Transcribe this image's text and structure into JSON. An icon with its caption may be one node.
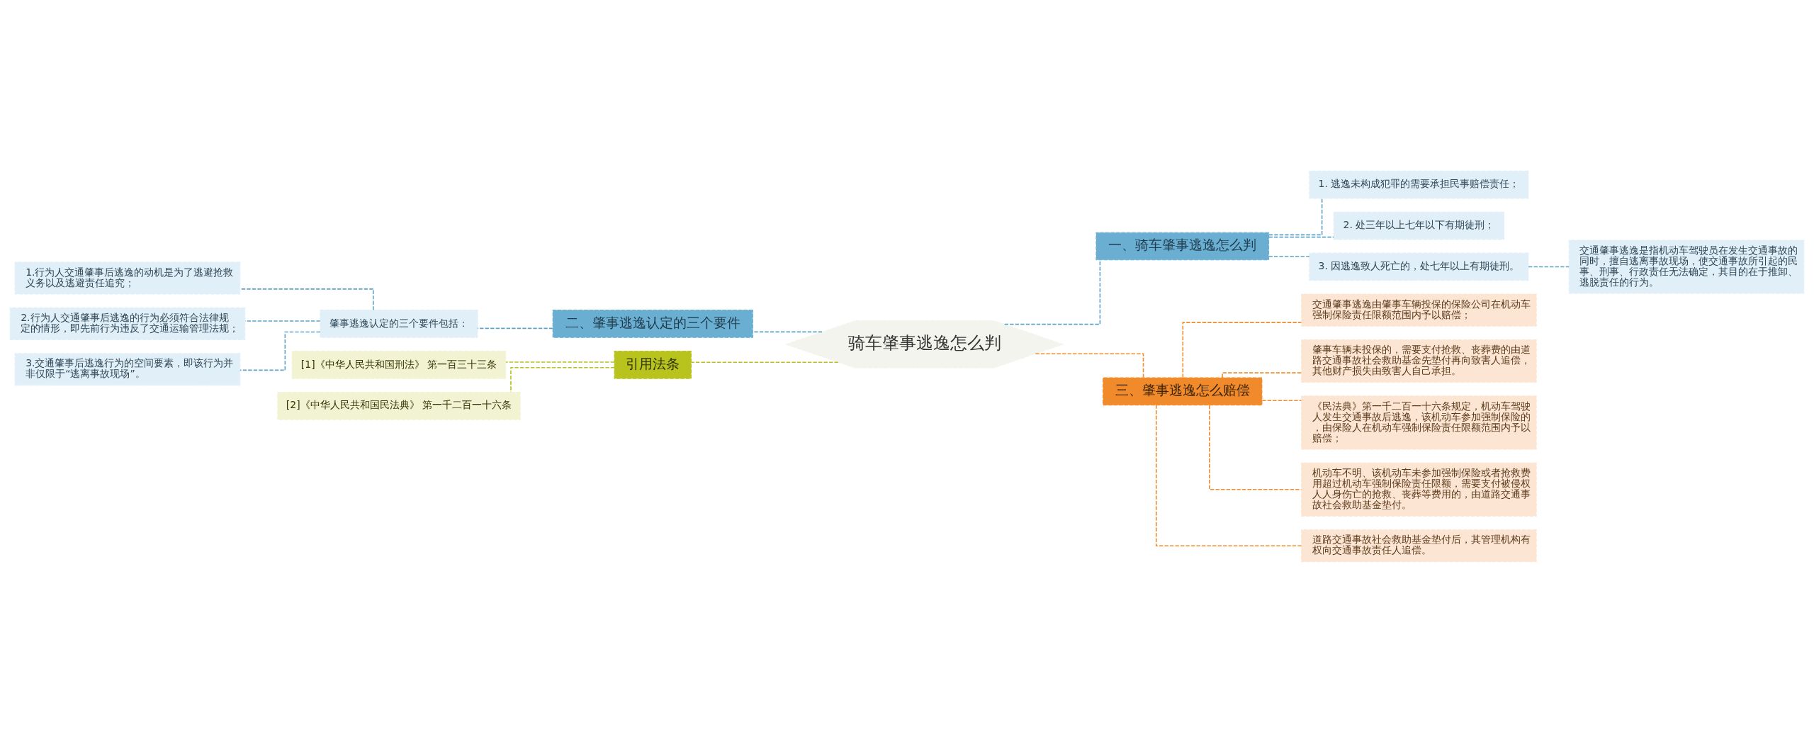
{
  "diagram": {
    "nodes": [
      {
        "text": [
          "骑车肇事逃逸怎么判"
        ]
      },
      {
        "text": [
          "一、骑车肇事逃逸怎么判"
        ]
      },
      {
        "text": [
          "1. 逃逸未构成犯罪的需要承担民事赔偿责任；"
        ]
      },
      {
        "text": [
          "2. 处三年以上七年以下有期徒刑；"
        ]
      },
      {
        "text": [
          "3. 因逃逸致人死亡的，处七年以上有期徒刑。"
        ]
      },
      {
        "text": [
          "交通肇事逃逸是指机动车驾驶员在发生交通事故的同时，擅自逃离事故现场，使交通事故所引起的民事、刑事、行政责任无法确定，其目的在于推卸、逃脱责任的行为。"
        ]
      },
      {
        "text": [
          "三、肇事逃逸怎么赔偿"
        ]
      },
      {
        "text": [
          "交通肇事逃逸由肇事车辆投保的保险公司在机动车强制保险责任限额范围内予以赔偿；"
        ]
      },
      {
        "text": [
          "肇事车辆未投保的，需要支付抢救、丧葬费的由道路交通事故社会救助基金先垫付再向致害人追偿，其他财产损失由致害人自己承担。"
        ]
      },
      {
        "text": [
          "《民法典》第一千二百一十六条规定，机动车驾驶人发生交通事故后逃逸，该机动车参加强制保险的，由保险人在机动车强制保险责任限额范围内予以赔偿；"
        ]
      },
      {
        "text": [
          "机动车不明、该机动车未参加强制保险或者抢救费用超过机动车强制保险责任限额，需要支付被侵权人人身伤亡的抢救、丧葬等费用的，由道路交通事故社会救助基金垫付。"
        ]
      },
      {
        "text": [
          "道路交通事故社会救助基金垫付后，其管理机构有权向交通事故责任人追偿。"
        ]
      },
      {
        "text": [
          "二、肇事逃逸认定的三个要件"
        ]
      },
      {
        "text": [
          "肇事逃逸认定的三个要件包括："
        ]
      },
      {
        "text": [
          "1.行为人交通肇事后逃逸的动机是为了逃避抢救义务以及逃避责任追究；"
        ]
      },
      {
        "text": [
          "2.行为人交通肇事后逃逸的行为必须符合法律规定的情形，即先前行为违反了交通运输管理法规；"
        ]
      },
      {
        "text": [
          "3.交通肇事后逃逸行为的空间要素，即该行为并非仅限于“逃离事故现场”。"
        ]
      },
      {
        "text": [
          "引用法条"
        ]
      },
      {
        "text": [
          "[1]《中华人民共和国刑法》 第一百三十三条"
        ]
      },
      {
        "text": [
          "[2]《中华人民共和国民法典》 第一千二百一十六条"
        ]
      }
    ],
    "edges": [
      {
        "from": 0,
        "to": 1,
        "arrow": "none",
        "style": "dashed"
      },
      {
        "from": 1,
        "to": 2,
        "arrow": "none",
        "style": "dashed"
      },
      {
        "from": 1,
        "to": 3,
        "arrow": "none",
        "style": "dashed"
      },
      {
        "from": 1,
        "to": 4,
        "arrow": "none",
        "style": "dashed"
      },
      {
        "from": 4,
        "to": 5,
        "arrow": "none",
        "style": "dashed"
      },
      {
        "from": 0,
        "to": 6,
        "arrow": "none",
        "style": "dashed",
        "color": "#f08a2b"
      },
      {
        "from": 6,
        "to": 7,
        "arrow": "none",
        "style": "dashed",
        "color": "#f08a2b"
      },
      {
        "from": 6,
        "to": 8,
        "arrow": "none",
        "style": "dashed",
        "color": "#f08a2b"
      },
      {
        "from": 6,
        "to": 9,
        "arrow": "none",
        "style": "dashed",
        "color": "#f08a2b"
      },
      {
        "from": 6,
        "to": 10,
        "arrow": "none",
        "style": "dashed",
        "color": "#f08a2b"
      },
      {
        "from": 6,
        "to": 11,
        "arrow": "none",
        "style": "dashed",
        "color": "#f08a2b"
      },
      {
        "from": 0,
        "to": 12,
        "arrow": "none",
        "style": "dashed"
      },
      {
        "from": 12,
        "to": 13,
        "arrow": "none",
        "style": "dashed"
      },
      {
        "from": 13,
        "to": 14,
        "arrow": "none",
        "style": "dashed"
      },
      {
        "from": 13,
        "to": 15,
        "arrow": "none",
        "style": "dashed"
      },
      {
        "from": 13,
        "to": 16,
        "arrow": "none",
        "style": "dashed"
      },
      {
        "from": 0,
        "to": 17,
        "arrow": "none",
        "style": "dashed",
        "color": "#b5c21d"
      },
      {
        "from": 17,
        "to": 18,
        "arrow": "none",
        "style": "dashed",
        "color": "#b5c21d"
      },
      {
        "from": 17,
        "to": 19,
        "arrow": "none",
        "style": "dashed",
        "color": "#b5c21d"
      }
    ]
  }
}
